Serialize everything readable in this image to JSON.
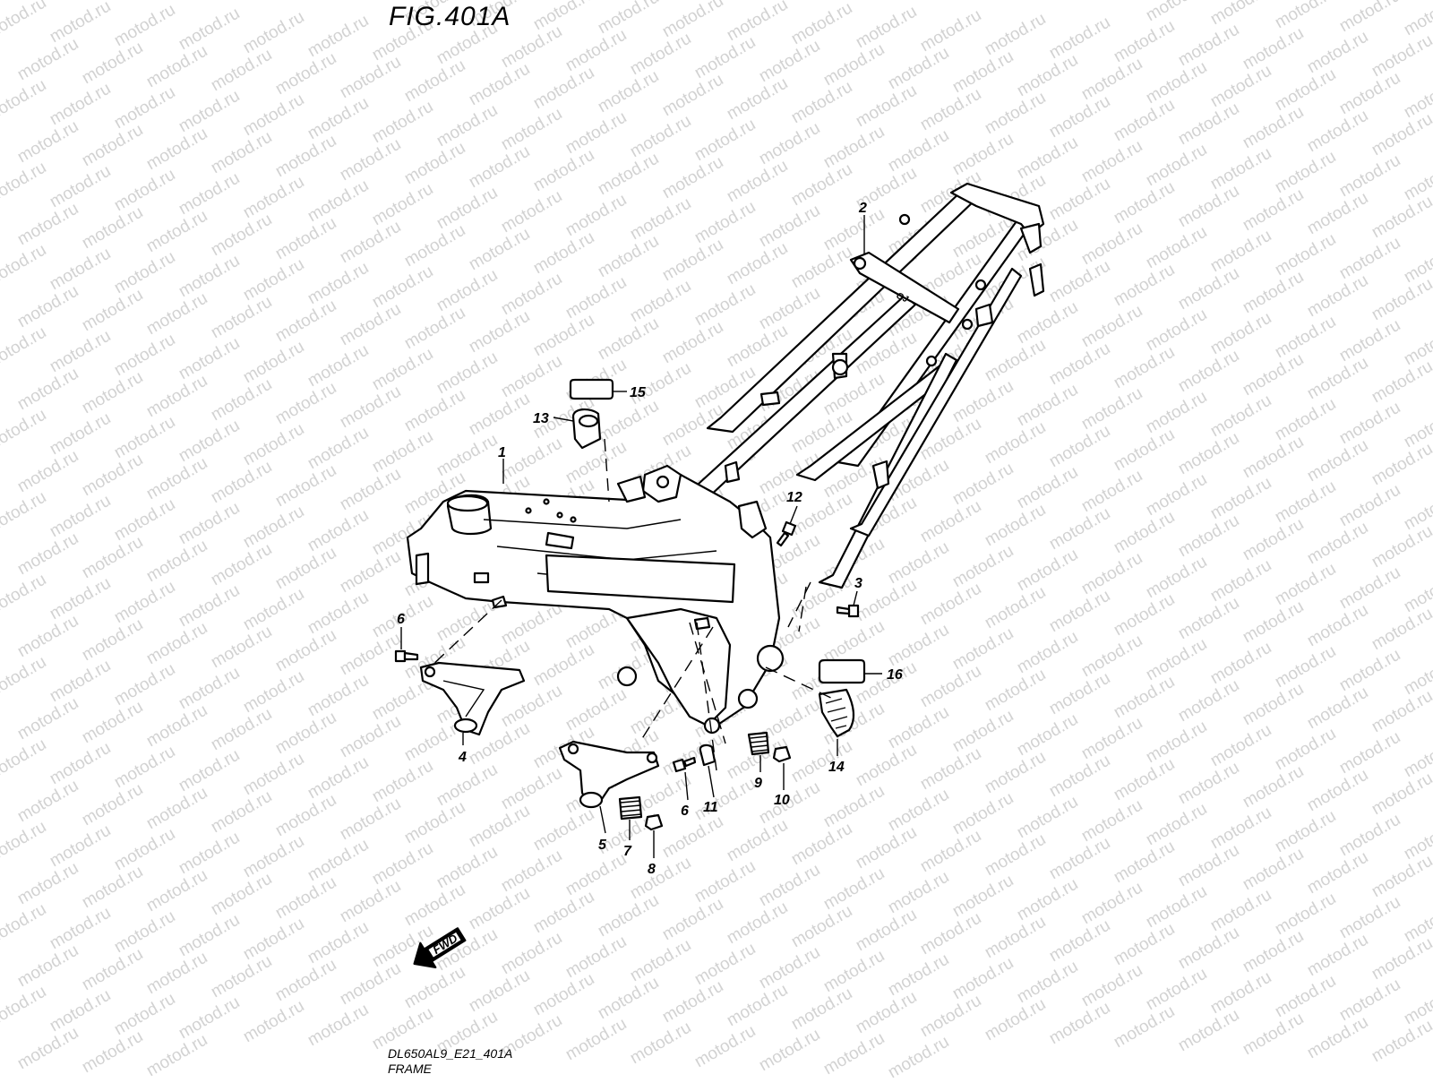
{
  "figure": {
    "title": "FIG.401A",
    "diagram_code": "DL650AL9_E21_401A",
    "caption": "FRAME",
    "fwd_label": "FWD",
    "watermark": "motod.ru"
  },
  "callouts": [
    {
      "id": "1",
      "label": "1"
    },
    {
      "id": "2",
      "label": "2"
    },
    {
      "id": "3",
      "label": "3"
    },
    {
      "id": "4",
      "label": "4"
    },
    {
      "id": "5",
      "label": "5"
    },
    {
      "id": "6a",
      "label": "6"
    },
    {
      "id": "6b",
      "label": "6"
    },
    {
      "id": "7",
      "label": "7"
    },
    {
      "id": "8",
      "label": "8"
    },
    {
      "id": "9",
      "label": "9"
    },
    {
      "id": "10",
      "label": "10"
    },
    {
      "id": "11",
      "label": "11"
    },
    {
      "id": "12",
      "label": "12"
    },
    {
      "id": "13",
      "label": "13"
    },
    {
      "id": "14",
      "label": "14"
    },
    {
      "id": "15",
      "label": "15"
    },
    {
      "id": "16",
      "label": "16"
    }
  ],
  "colors": {
    "line": "#000000",
    "background": "#ffffff",
    "watermark": "#d2d2d2"
  }
}
